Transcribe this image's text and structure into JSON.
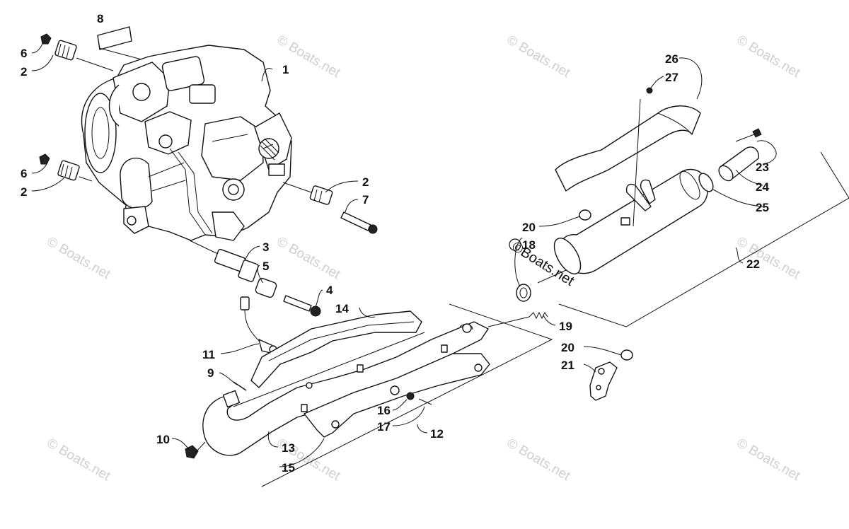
{
  "watermark": {
    "text": "© Boats.net",
    "inline_text": "©Boats.net"
  },
  "callouts": [
    "1",
    "2",
    "2",
    "2",
    "3",
    "4",
    "5",
    "6",
    "6",
    "7",
    "8",
    "9",
    "10",
    "11",
    "12",
    "13",
    "14",
    "15",
    "16",
    "17",
    "18",
    "19",
    "20",
    "20",
    "21",
    "22",
    "23",
    "24",
    "25",
    "26",
    "27"
  ],
  "colors": {
    "line": "#111111",
    "background": "#ffffff",
    "watermark": "#cfcfcf"
  }
}
